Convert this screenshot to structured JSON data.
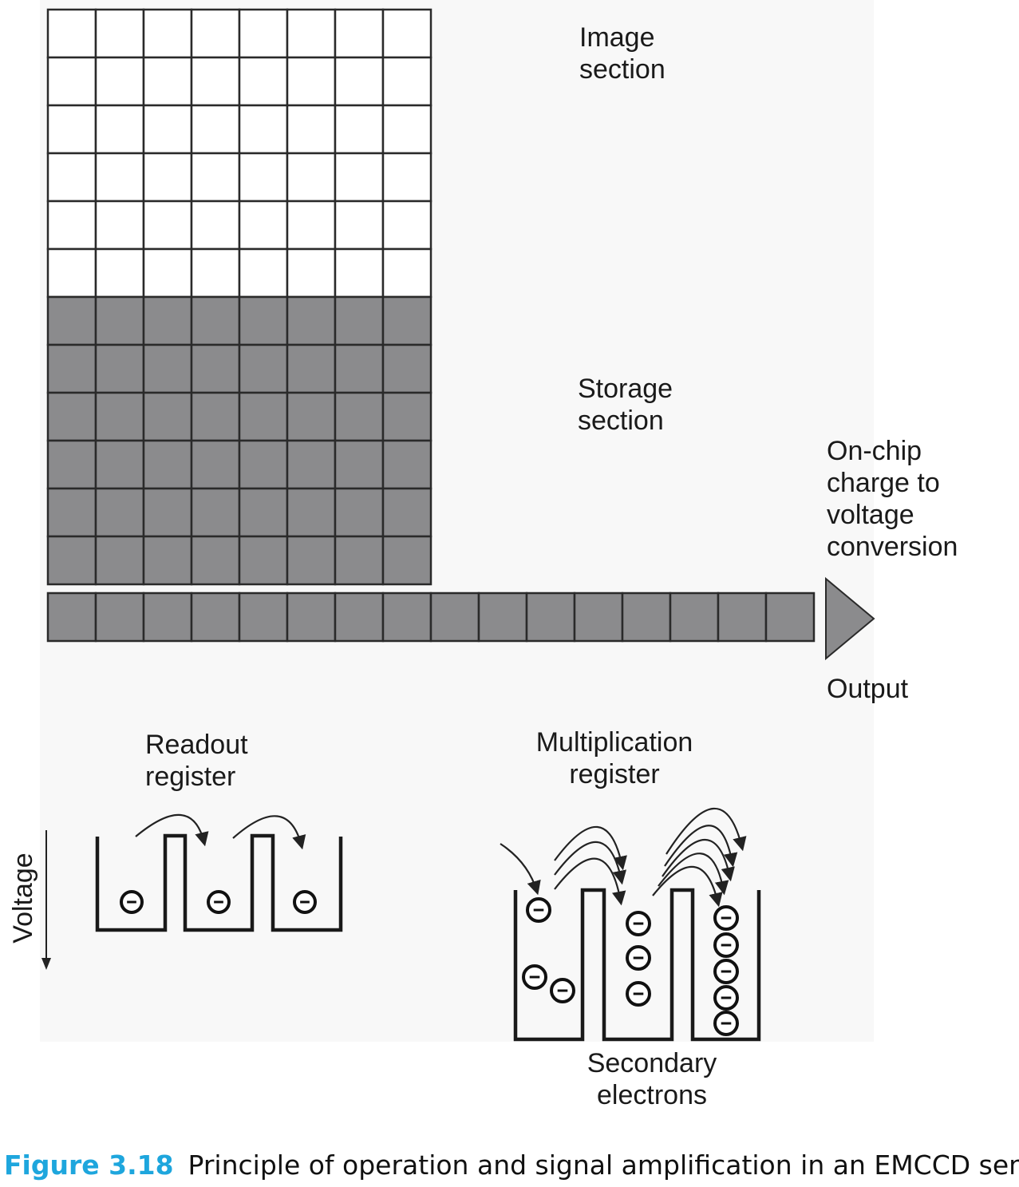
{
  "labels": {
    "image_section": [
      "Image",
      "section"
    ],
    "storage_section": [
      "Storage",
      "section"
    ],
    "conversion": [
      "On-chip",
      "charge to",
      "voltage",
      "conversion"
    ],
    "output": "Output",
    "readout_register": [
      "Readout",
      "register"
    ],
    "multiplication_register": [
      "Multiplication",
      "register"
    ],
    "secondary_electrons": [
      "Secondary",
      "electrons"
    ],
    "voltage_axis": "Voltage"
  },
  "caption": {
    "number": "Figure 3.18",
    "text": "Principle of operation and signal amplification in an EMCCD sensor."
  },
  "sensor": {
    "columns": 8,
    "image_rows": 6,
    "storage_rows": 6,
    "register_cells": 16
  },
  "colors": {
    "image_cell": "#ffffff",
    "storage_cell": "#8b8b8d",
    "caption_accent": "#1ea6dd"
  },
  "electrons": {
    "readout_wells": [
      1,
      1,
      1
    ],
    "multiplication_wells": [
      3,
      3,
      5
    ]
  }
}
